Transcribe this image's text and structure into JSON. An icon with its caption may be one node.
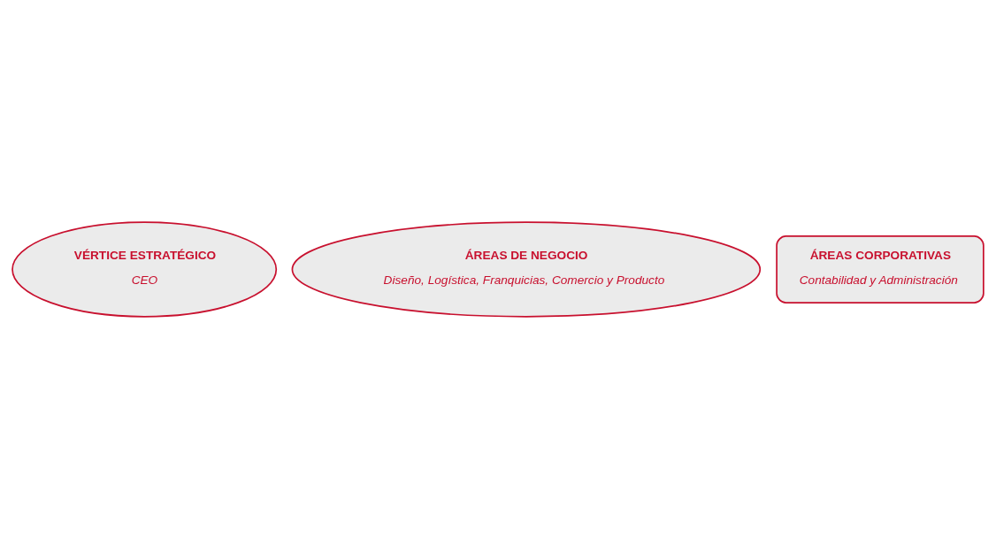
{
  "diagram": {
    "nodes": [
      {
        "text": [
          "VÉRTICE ESTRATÉGICO",
          "CEO"
        ]
      },
      {
        "text": [
          "ÁREAS DE NEGOCIO",
          "Diseño, Logística, Franquicias, Comercio y Producto"
        ]
      },
      {
        "text": [
          "ÁREAS CORPORATIVAS",
          "Contabilidad y Administración"
        ]
      }
    ]
  }
}
